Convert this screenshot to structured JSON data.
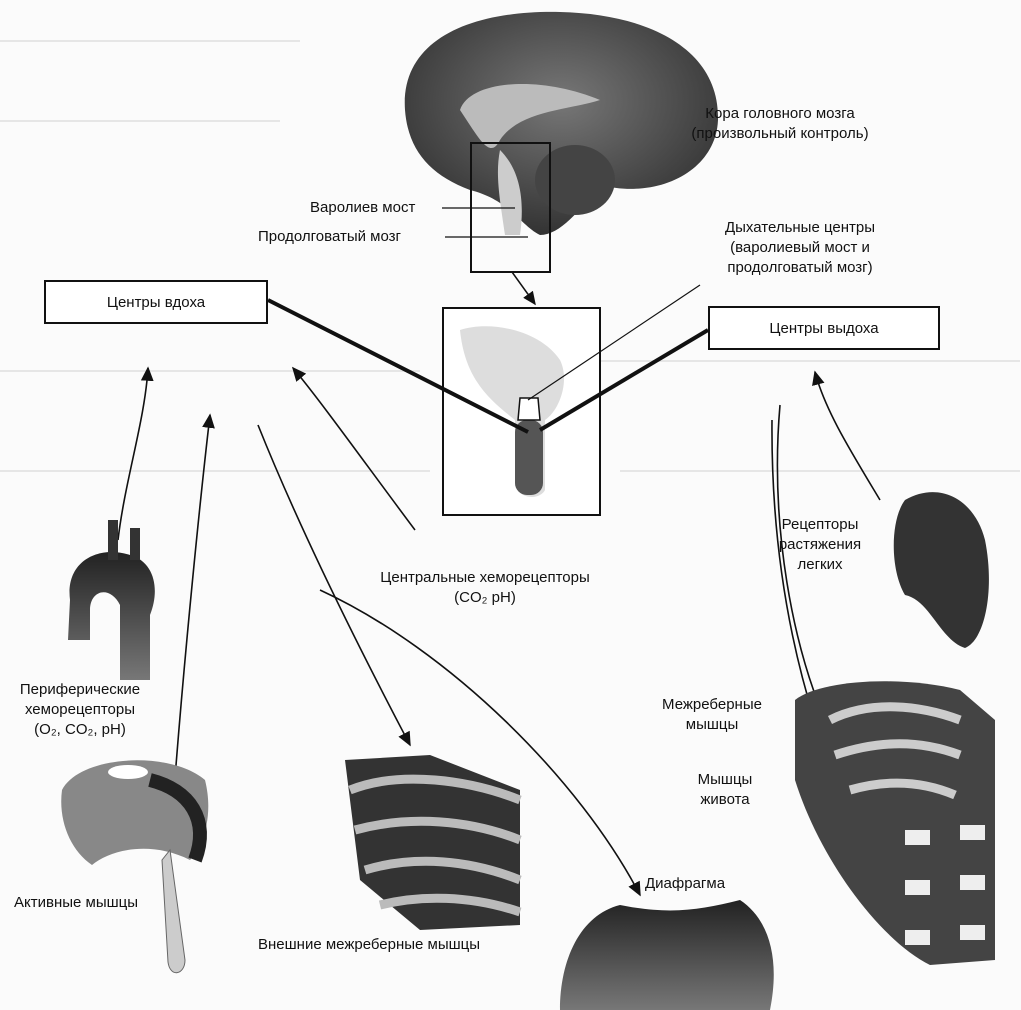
{
  "labels": {
    "cortex_line1": "Кора головного мозга",
    "cortex_line2": "(произвольный контроль)",
    "pons": "Варолиев мост",
    "medulla": "Продолговатый мозг",
    "resp_centers_line1": "Дыхательные центры",
    "resp_centers_line2": "(варолиевый мост и",
    "resp_centers_line3": "продолговатый мозг)",
    "inspiration_centers": "Центры вдоха",
    "expiration_centers": "Центры выдоха",
    "central_chemo_line1": "Центральные хеморецепторы",
    "central_chemo_line2": "(CO₂ pH)",
    "stretch_line1": "Рецепторы",
    "stretch_line2": "растяжения",
    "stretch_line3": "легких",
    "peripheral_line1": "Периферические",
    "peripheral_line2": "хеморецепторы",
    "peripheral_line3": "(O₂, CO₂, pH)",
    "intercostal_line1": "Межреберные",
    "intercostal_line2": "мышцы",
    "abdominal_line1": "Мышцы",
    "abdominal_line2": "живота",
    "diaphragm": "Диафрагма",
    "active_muscles": "Активные мышцы",
    "external_intercostal": "Внешние межреберные мышцы"
  }
}
